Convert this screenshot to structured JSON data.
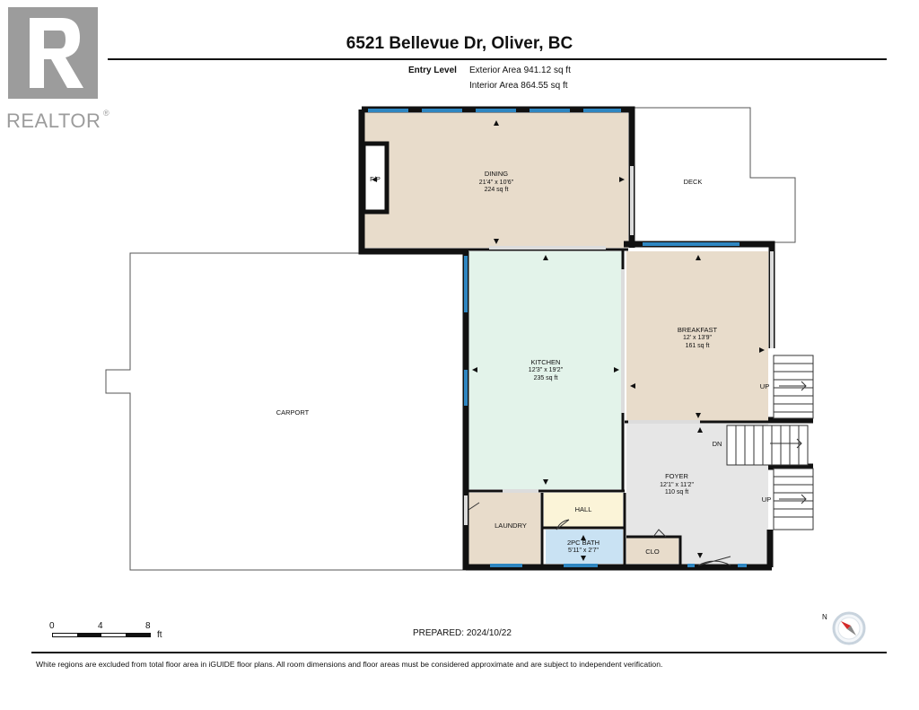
{
  "logo": {
    "text": "REALTOR",
    "reg": "®"
  },
  "header": {
    "address": "6521 Bellevue Dr, Oliver, BC",
    "level": "Entry Level",
    "exterior_area": "Exterior Area 941.12 sq ft",
    "interior_area": "Interior Area 864.55 sq ft"
  },
  "rooms": {
    "dining": {
      "name": "DINING",
      "dim": "21'4\" x 10'6\"",
      "area": "224 sq ft"
    },
    "fireplace": "F/P",
    "deck": "DECK",
    "carport": "CARPORT",
    "kitchen": {
      "name": "KITCHEN",
      "dim": "12'3\" x 19'2\"",
      "area": "235 sq ft"
    },
    "breakfast": {
      "name": "BREAKFAST",
      "dim": "12' x 13'9\"",
      "area": "161 sq ft"
    },
    "foyer": {
      "name": "FOYER",
      "dim": "12'1\" x 11'2\"",
      "area": "110 sq ft"
    },
    "laundry": "LAUNDRY",
    "hall": "HALL",
    "bath": {
      "name": "2PC BATH",
      "dim": "5'11\" x 2'7\""
    },
    "closet": "CLO",
    "stairs_up_1": "UP",
    "stairs_down": "DN",
    "stairs_up_2": "UP"
  },
  "colors": {
    "dining": "#e8dccb",
    "kitchen": "#e3f3ea",
    "breakfast": "#e8dccb",
    "foyer": "#e6e6e6",
    "laundry": "#e8dccb",
    "hall": "#fbf4d8",
    "bath": "#c9e2f3",
    "closet": "#e8dccb",
    "window": "#2e86c1",
    "wall": "#111111"
  },
  "scale": {
    "zero": "0",
    "four": "4",
    "eight": "8",
    "unit": "ft"
  },
  "footer": {
    "prepared": "PREPARED: 2024/10/22",
    "compass_label": "N",
    "disclaimer": "White regions are excluded from total floor area in iGUIDE floor plans. All room dimensions and floor areas must be considered approximate and are subject to independent verification."
  }
}
